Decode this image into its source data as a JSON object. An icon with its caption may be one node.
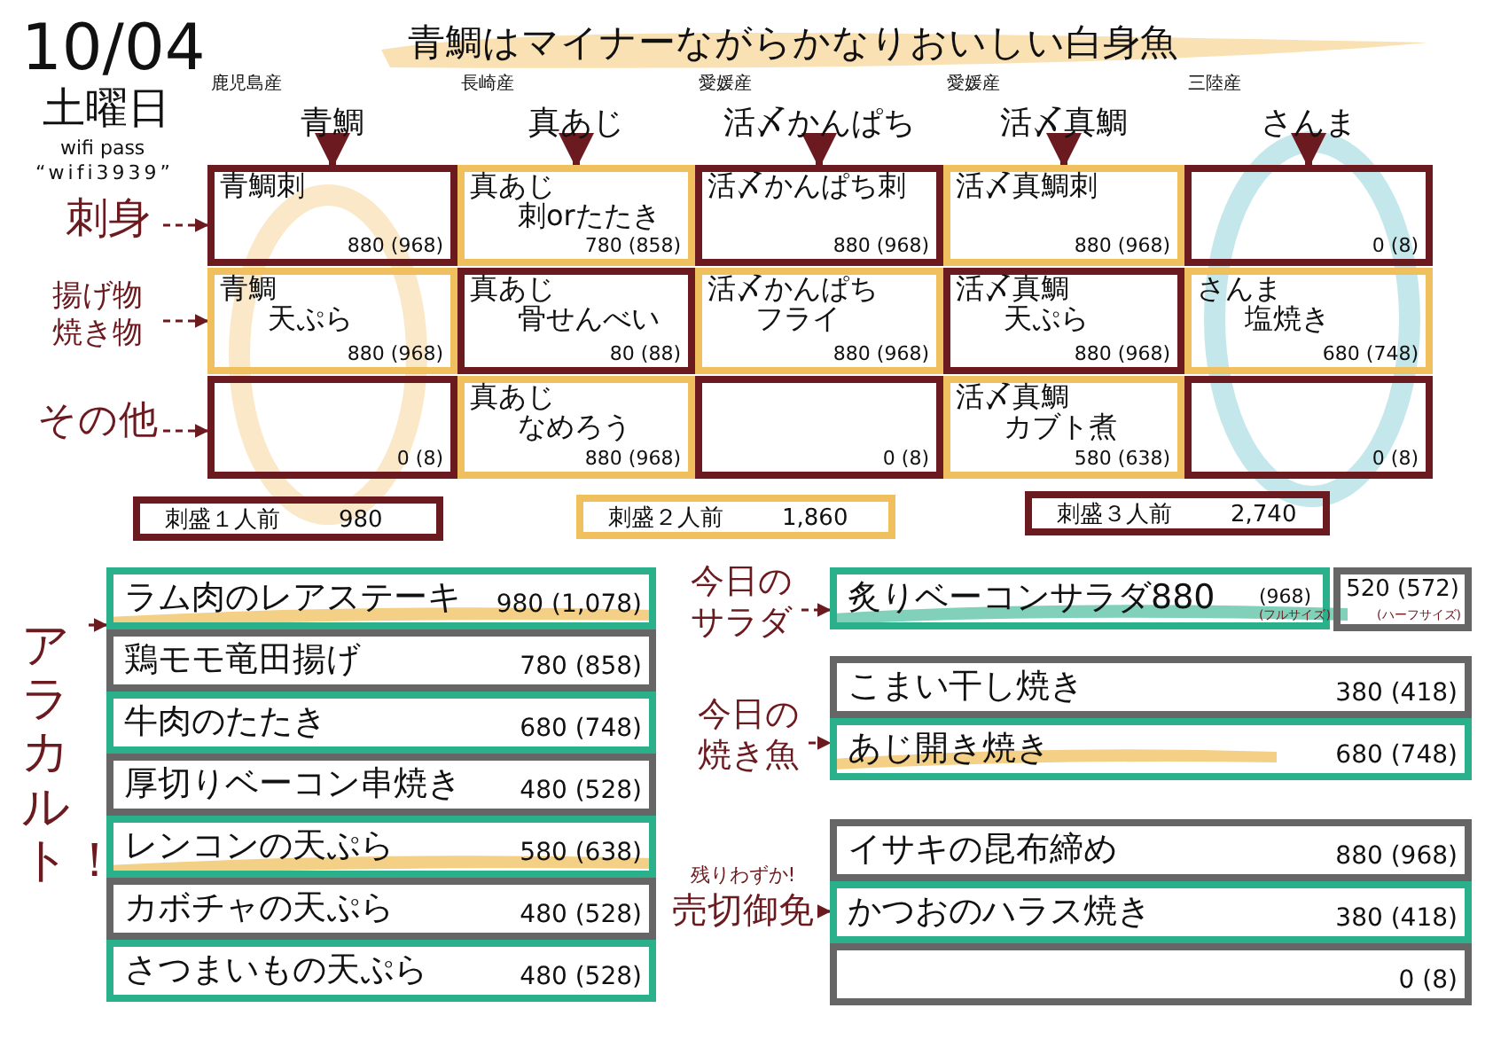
{
  "diagram": {
    "title": "青鯛はマイナーながらかなりおいしい白身魚",
    "nodes": [
      {
        "text": [
          "青鯛"
        ],
        "beside": [
          "鹿児島産"
        ]
      },
      {
        "text": [
          "真あじ"
        ],
        "beside": [
          "長崎産"
        ]
      },
      {
        "text": [
          "活〆かんぱち"
        ],
        "beside": [
          "愛媛産"
        ]
      },
      {
        "text": [
          "活〆真鯛"
        ],
        "beside": [
          "愛媛産"
        ]
      },
      {
        "text": [
          "さんま"
        ],
        "beside": [
          "三陸産"
        ]
      },
      {
        "text": [
          "刺身"
        ]
      },
      {
        "text": [
          "揚げ物",
          "焼き物"
        ]
      },
      {
        "text": [
          "その他"
        ]
      },
      {
        "text": [
          "青鯛刺",
          "880 (968)"
        ]
      },
      {
        "text": [
          "真あじ",
          "刺orたたき",
          "780 (858)"
        ]
      },
      {
        "text": [
          "活〆かんぱち刺",
          "880 (968)"
        ]
      },
      {
        "text": [
          "活〆真鯛刺",
          "880 (968)"
        ]
      },
      {
        "text": [
          "0 (8)"
        ]
      },
      {
        "text": [
          "青鯛",
          "天ぷら",
          "880 (968)"
        ]
      },
      {
        "text": [
          "真あじ",
          "骨せんべい",
          "80 (88)"
        ]
      },
      {
        "text": [
          "活〆かんぱち",
          "フライ",
          "880 (968)"
        ]
      },
      {
        "text": [
          "活〆真鯛",
          "天ぷら",
          "880 (968)"
        ]
      },
      {
        "text": [
          "さんま",
          "塩焼き",
          "680 (748)"
        ]
      },
      {
        "text": [
          "0 (8)"
        ]
      },
      {
        "text": [
          "真あじ",
          "なめろう",
          "880 (968)"
        ]
      },
      {
        "text": [
          "0 (8)"
        ]
      },
      {
        "text": [
          "活〆真鯛",
          "カブト煮",
          "580 (638)"
        ]
      },
      {
        "text": [
          "0 (8)"
        ]
      },
      {
        "text": [
          "刺盛１人前",
          "980"
        ]
      },
      {
        "text": [
          "刺盛２人前",
          "1,860"
        ]
      },
      {
        "text": [
          "刺盛３人前",
          "2,740"
        ]
      },
      {
        "text": [
          "アラカルト！"
        ]
      },
      {
        "text": [
          "ラム肉のレアステーキ",
          "980 (1,078)"
        ]
      },
      {
        "text": [
          "鶏モモ竜田揚げ",
          "780 (858)"
        ]
      },
      {
        "text": [
          "牛肉のたたき",
          "680 (748)"
        ]
      },
      {
        "text": [
          "厚切りベーコン串焼き",
          "480 (528)"
        ]
      },
      {
        "text": [
          "レンコンの天ぷら",
          "580 (638)"
        ]
      },
      {
        "text": [
          "カボチャの天ぷら",
          "480 (528)"
        ]
      },
      {
        "text": [
          "さつまいもの天ぷら",
          "480 (528)"
        ]
      },
      {
        "text": [
          "今日の",
          "サラダ"
        ]
      },
      {
        "text": [
          "炙りベーコンサラダ880",
          "(968)",
          "(フルサイズ)"
        ]
      },
      {
        "text": [
          "520 (572)",
          "(ハーフサイズ)"
        ]
      },
      {
        "text": [
          "今日の",
          "焼き魚"
        ]
      },
      {
        "text": [
          "こまい干し焼き",
          "380 (418)"
        ]
      },
      {
        "text": [
          "あじ開き焼き",
          "680 (748)"
        ]
      },
      {
        "text": [
          "売切御免"
        ],
        "beside": [
          "残りわずか!"
        ]
      },
      {
        "text": [
          "イサキの昆布締め",
          "880 (968)"
        ]
      },
      {
        "text": [
          "かつおのハラス焼き",
          "380 (418)"
        ]
      },
      {
        "text": [
          "0 (8)"
        ]
      }
    ],
    "edges": [
      {
        "from": 0,
        "to": 8,
        "arrow": "to",
        "style": "thick"
      },
      {
        "from": 1,
        "to": 9,
        "arrow": "to",
        "style": "thick"
      },
      {
        "from": 2,
        "to": 10,
        "arrow": "to",
        "style": "thick"
      },
      {
        "from": 3,
        "to": 11,
        "arrow": "to",
        "style": "thick"
      },
      {
        "from": 4,
        "to": 12,
        "arrow": "to",
        "style": "thick"
      },
      {
        "from": 5,
        "to": 8,
        "arrow": "to",
        "style": "dashed"
      },
      {
        "from": 6,
        "to": 13,
        "arrow": "to",
        "style": "dashed"
      },
      {
        "from": 7,
        "to": 18,
        "arrow": "to",
        "style": "dashed"
      },
      {
        "from": 26,
        "to": 27,
        "arrow": "to"
      },
      {
        "from": 34,
        "to": 35,
        "arrow": "to",
        "style": "dashed"
      },
      {
        "from": 37,
        "to": 39,
        "arrow": "to",
        "style": "dashed"
      },
      {
        "from": 40,
        "to": 42,
        "arrow": "to",
        "style": "dashed"
      }
    ],
    "labels": [
      "10/04",
      "土曜日",
      "wifi pass",
      "“wifi3939”"
    ]
  }
}
